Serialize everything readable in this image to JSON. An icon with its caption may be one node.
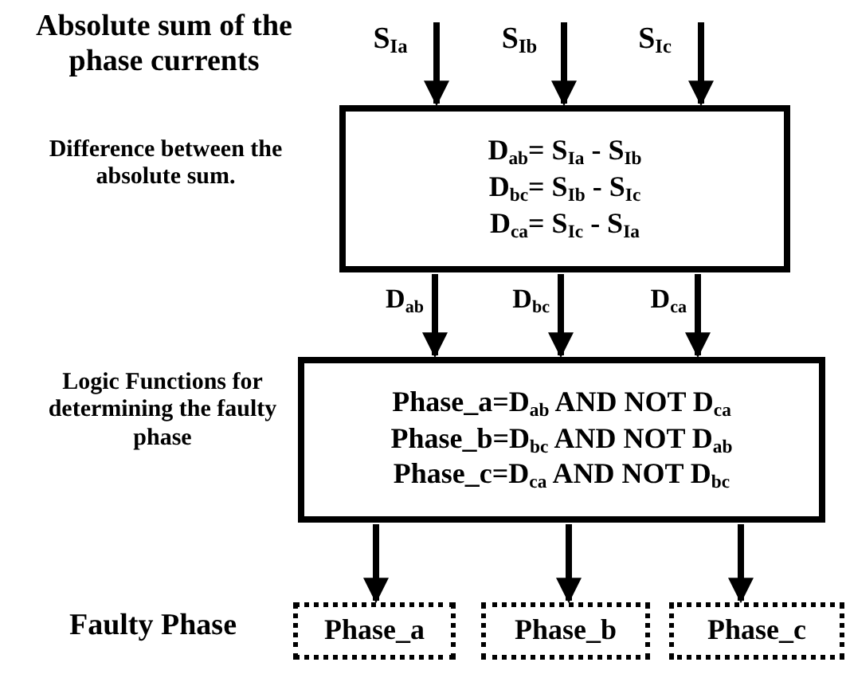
{
  "diagram": {
    "nodes": [
      {
        "text": [
          "S$_{Ia}$"
        ]
      },
      {
        "text": [
          "S$_{Ib}$"
        ]
      },
      {
        "text": [
          "S$_{Ic}$"
        ]
      },
      {
        "text": [
          "D$_{ab}$= S$_{Ia}$ - S$_{Ib}$",
          "D$_{bc}$= S$_{Ib}$ - S$_{Ic}$",
          "D$_{ca}$= S$_{Ic}$ - S$_{Ia}$"
        ]
      },
      {
        "text": [
          "Phase_a=D$_{ab}$ AND NOT D$_{ca}$",
          "Phase_b=D$_{bc}$ AND NOT D$_{ab}$",
          "Phase_c=D$_{ca}$ AND NOT D$_{bc}$"
        ]
      },
      {
        "text": [
          "Phase_a"
        ]
      },
      {
        "text": [
          "Phase_b"
        ]
      },
      {
        "text": [
          "Phase_c"
        ]
      }
    ],
    "edges": [
      {
        "from": 0,
        "to": 3,
        "arrow": "to"
      },
      {
        "from": 1,
        "to": 3,
        "arrow": "to"
      },
      {
        "from": 2,
        "to": 3,
        "arrow": "to"
      },
      {
        "from": 3,
        "to": 4,
        "arrow": "to",
        "label": "D$_{ab}$"
      },
      {
        "from": 3,
        "to": 4,
        "arrow": "to",
        "label": "D$_{bc}$"
      },
      {
        "from": 3,
        "to": 4,
        "arrow": "to",
        "label": "D$_{ca}$"
      },
      {
        "from": 4,
        "to": 5,
        "arrow": "to"
      },
      {
        "from": 4,
        "to": 6,
        "arrow": "to"
      },
      {
        "from": 4,
        "to": 7,
        "arrow": "to"
      }
    ],
    "labels": [
      "Absolute sum of the phase currents",
      "Difference between the absolute sum.",
      "Logic Functions for determining the faulty phase",
      "Faulty Phase"
    ]
  }
}
